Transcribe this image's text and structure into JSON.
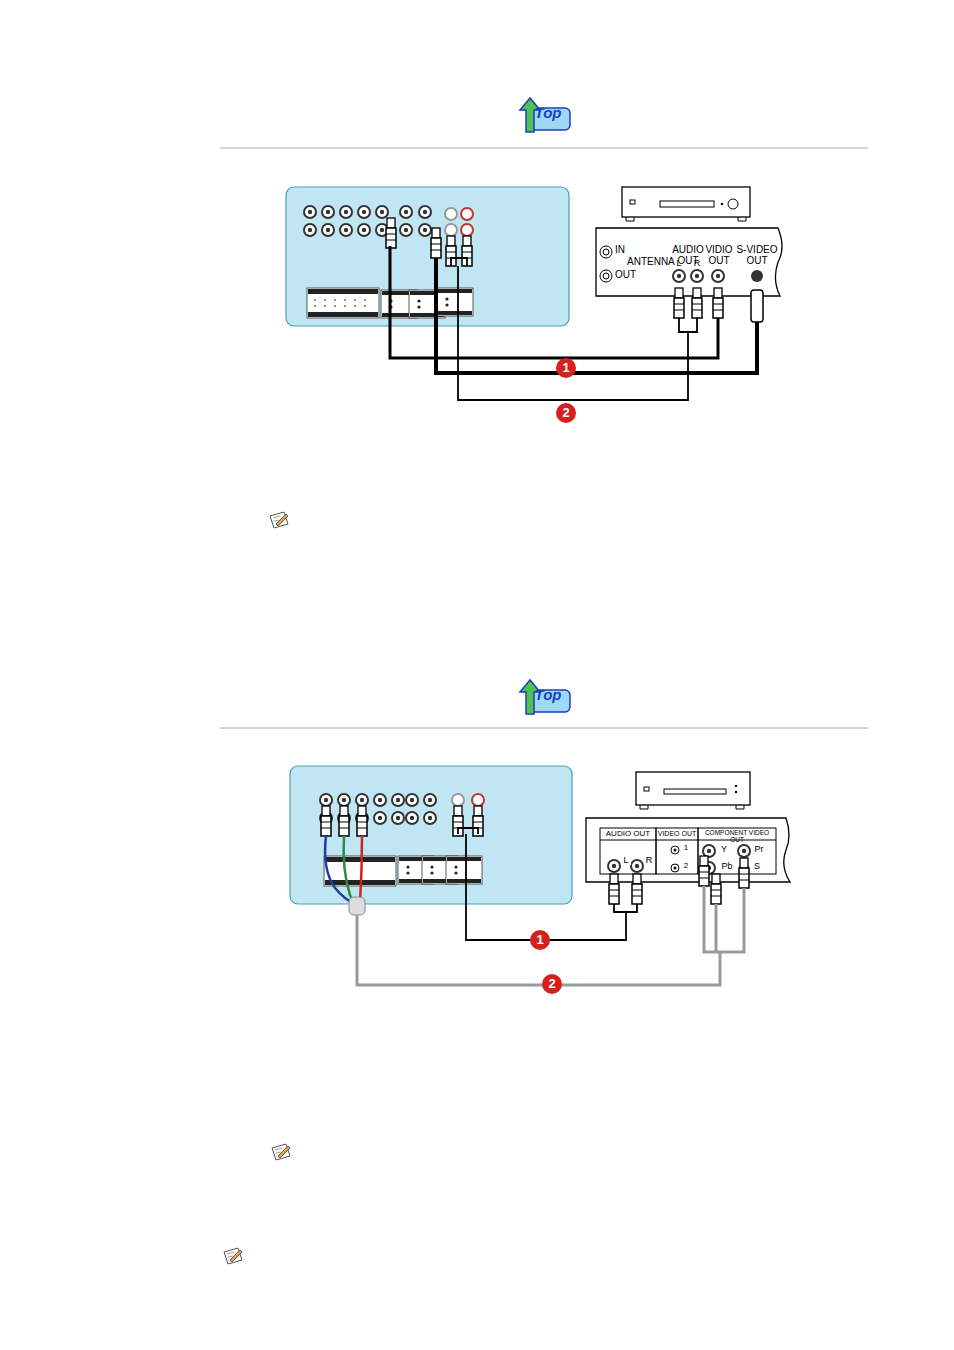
{
  "diagram": {
    "labels": [
      "Top",
      "IN",
      "ANTENNA",
      "OUT",
      "AUDIO OUT",
      "L",
      "R",
      "VIDIO OUT",
      "S-VIDEO OUT",
      "1",
      "2",
      "Top",
      "AUDIO OUT",
      "VIDEO OUT",
      "COMPONENT VIDEO OUT",
      "L",
      "R",
      "1",
      "2",
      "Y",
      "Pr",
      "Pb",
      "S",
      "1",
      "2"
    ]
  }
}
